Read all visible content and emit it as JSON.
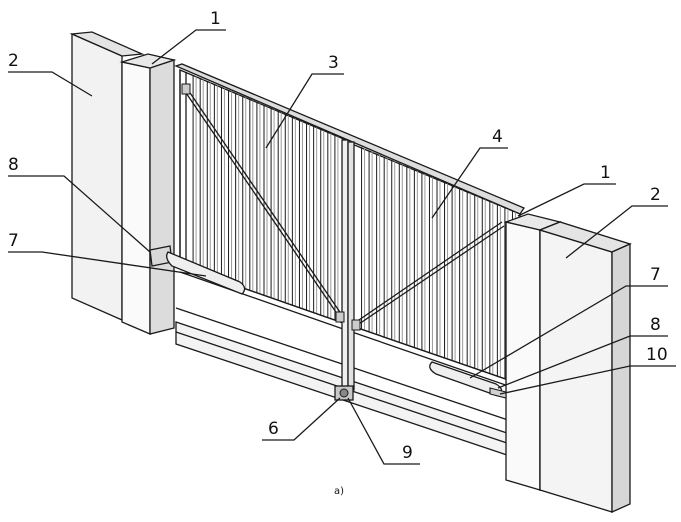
{
  "figure": {
    "caption": "a)",
    "colors": {
      "line": "#1a1a1a",
      "face_light": "#fafafa",
      "face_mid": "#e8e8e8",
      "face_dark": "#d2d2d2",
      "slat_shadow": "#9a9a9a"
    },
    "callouts": [
      {
        "id": "c1l",
        "text": "1"
      },
      {
        "id": "c2l",
        "text": "2"
      },
      {
        "id": "c3",
        "text": "3"
      },
      {
        "id": "c8l",
        "text": "8"
      },
      {
        "id": "c7l",
        "text": "7"
      },
      {
        "id": "c4",
        "text": "4"
      },
      {
        "id": "c1r",
        "text": "1"
      },
      {
        "id": "c2r",
        "text": "2"
      },
      {
        "id": "c7r",
        "text": "7"
      },
      {
        "id": "c8r",
        "text": "8"
      },
      {
        "id": "c10",
        "text": "10"
      },
      {
        "id": "c6",
        "text": "6"
      },
      {
        "id": "c9",
        "text": "9"
      }
    ]
  }
}
